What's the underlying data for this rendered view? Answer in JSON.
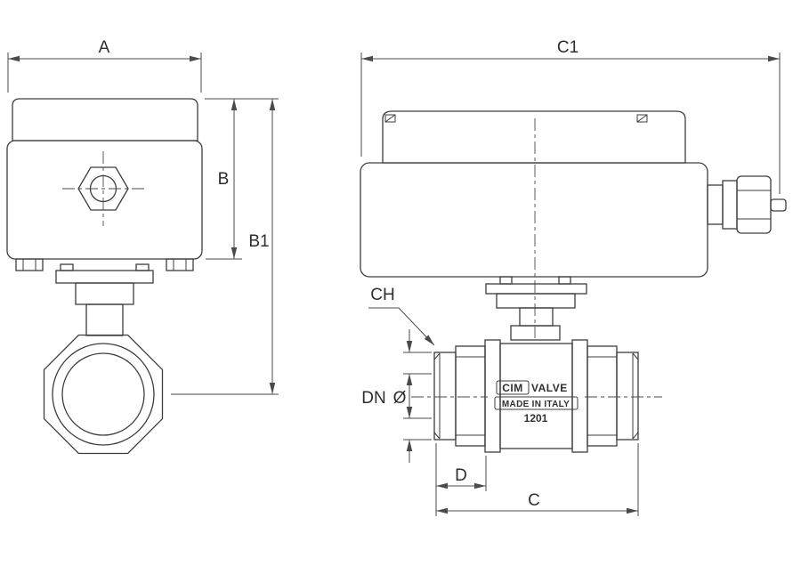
{
  "drawing": {
    "background_color": "#ffffff",
    "line_color": "#3d3d3d",
    "dimension_color": "#4a4a4a",
    "front_view": {
      "dim_a": "A",
      "dim_b": "B",
      "dim_b1": "B1"
    },
    "side_view": {
      "dim_c1": "C1",
      "dim_ch": "CH",
      "dim_dn": "DN",
      "dim_diameter": "Ø",
      "dim_d": "D",
      "dim_c": "C",
      "markings": {
        "brand": "CIM",
        "brand_suffix": "VALVE",
        "origin": "MADE IN ITALY",
        "code": "1201"
      }
    }
  }
}
